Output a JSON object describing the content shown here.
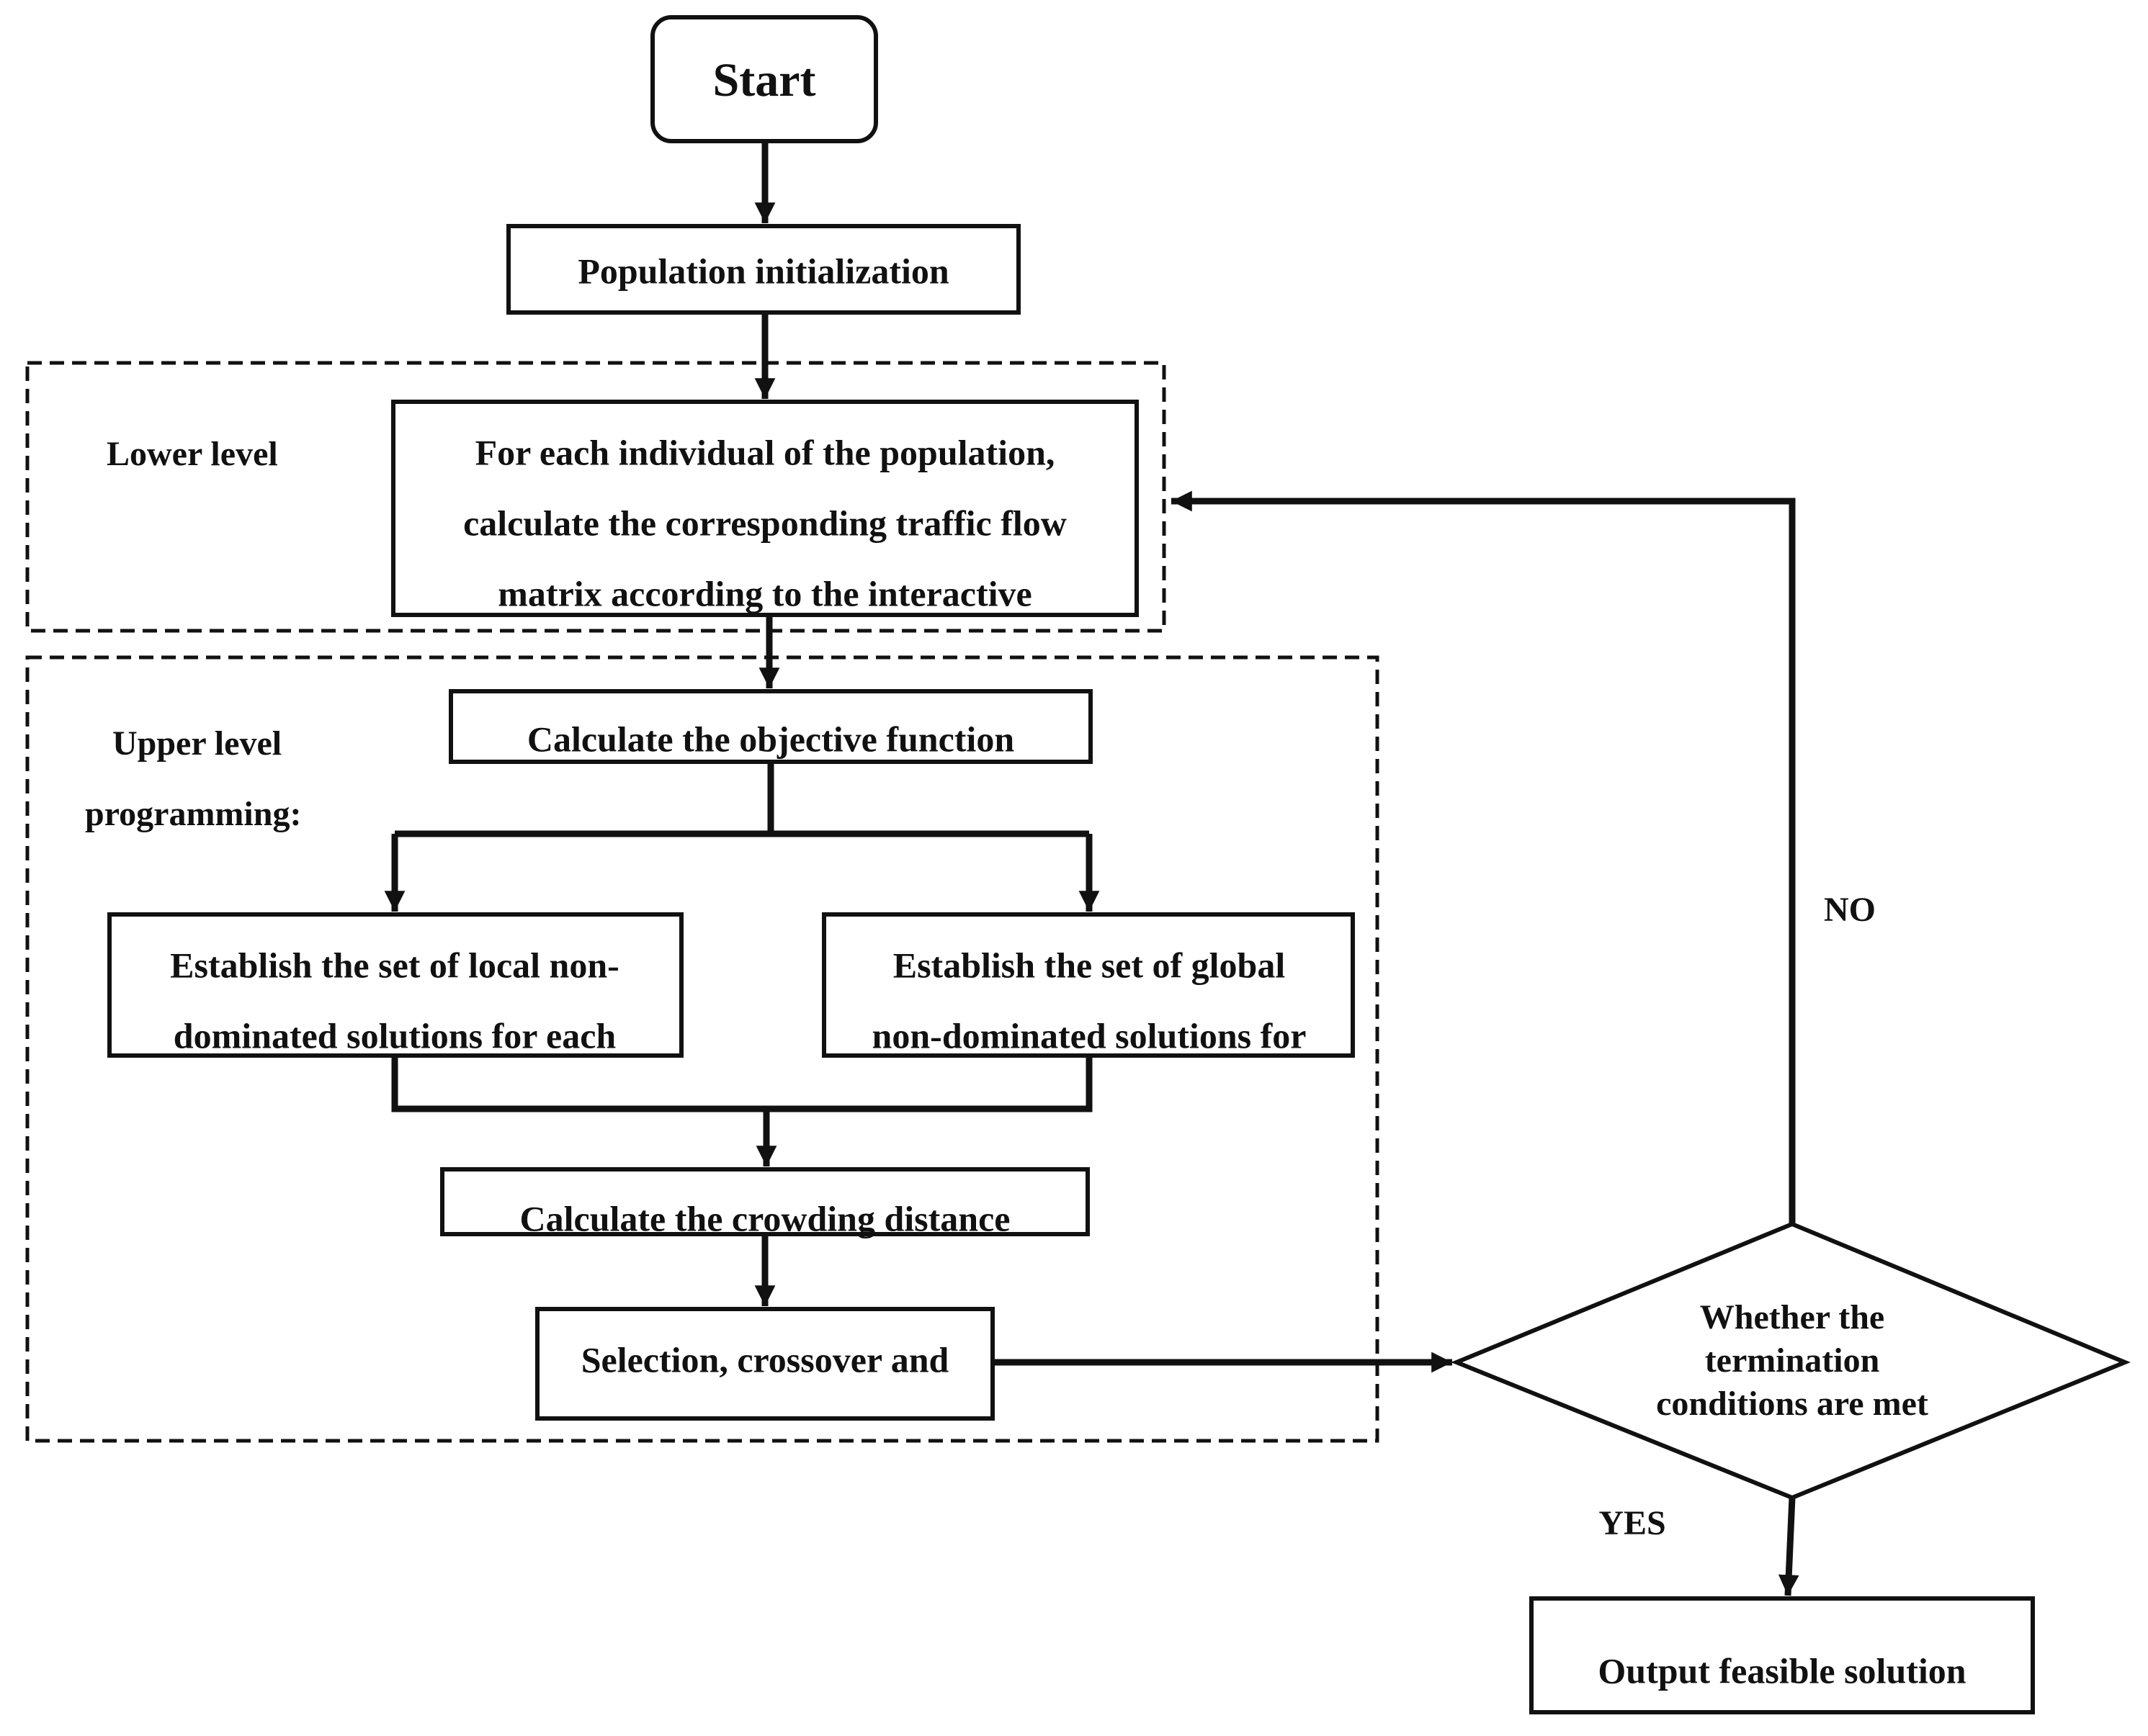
{
  "nodes": {
    "start": "Start",
    "population_init": "Population initialization",
    "lower_box": [
      "For each individual  of the population,",
      "calculate the corresponding traffic flow",
      "matrix according to the interactive"
    ],
    "objective": "Calculate the objective function",
    "local_set": [
      "Establish the set of local non-",
      "dominated solutions for each"
    ],
    "global_set": [
      "Establish the set of global",
      "non-dominated solutions for"
    ],
    "crowding": "Calculate the crowding distance",
    "selection": "Selection, crossover and",
    "decision": [
      "Whether the",
      "termination",
      "conditions are met"
    ],
    "output": "Output feasible solution"
  },
  "regions": {
    "lower_level": "Lower level",
    "upper_level": [
      "Upper level",
      "programming:"
    ]
  },
  "edges": {
    "no": "NO",
    "yes": "YES"
  },
  "colors": {
    "stroke": "#111111",
    "background": "#ffffff"
  }
}
